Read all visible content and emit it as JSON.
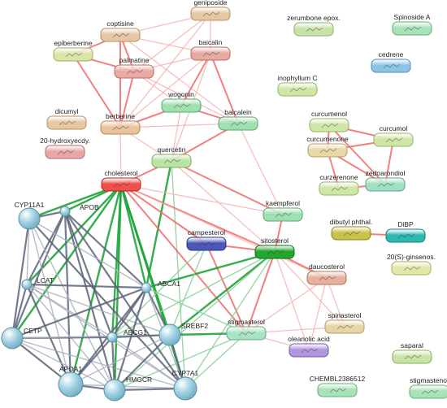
{
  "colors": {
    "protein_edge_strong": "#5a6478",
    "protein_edge_weak": "#a9afbd",
    "compound_edge": "#f06a6a",
    "compound_edge_light": "#f4b4b4",
    "compound_protein_edge": "#1fa33a",
    "compound_protein_edge_light": "#8ed39c",
    "protein_node": "#9fd0e2"
  },
  "nodes": [
    {
      "id": "geniposide",
      "label": "geniposide",
      "shape": "pill",
      "color": "#e4c8a2",
      "border": "#b29066"
    },
    {
      "id": "coptisine",
      "label": "coptisine",
      "shape": "pill",
      "color": "#e6c6a6",
      "border": "#b48f6a"
    },
    {
      "id": "epiberberine",
      "label": "epiberberine",
      "shape": "pill",
      "color": "#d9e5a6",
      "border": "#9fae63"
    },
    {
      "id": "palmatine",
      "label": "palmatine",
      "shape": "pill",
      "color": "#eaa9a4",
      "border": "#b36e69"
    },
    {
      "id": "baicalin",
      "label": "baicalin",
      "shape": "pill",
      "color": "#e7aaa0",
      "border": "#b16d63"
    },
    {
      "id": "zerumbone",
      "label": "zerumbone epox.",
      "shape": "pill",
      "color": "#c9e2ab",
      "border": "#8db06a"
    },
    {
      "id": "spinosideA",
      "label": "Spinoside A",
      "shape": "pill",
      "color": "#a8e2b8",
      "border": "#63ad79"
    },
    {
      "id": "cedrene",
      "label": "cedrene",
      "shape": "pill",
      "color": "#8cc4e6",
      "border": "#4f8cb3"
    },
    {
      "id": "inophyllumC",
      "label": "inophyllum C",
      "shape": "pill",
      "color": "#cfe6a8",
      "border": "#95b267"
    },
    {
      "id": "dicumyl",
      "label": "dicumyl",
      "shape": "pill",
      "color": "#e7c8a0",
      "border": "#b39064"
    },
    {
      "id": "wogonin",
      "label": "wogonin",
      "shape": "pill",
      "color": "#9fe0b0",
      "border": "#5aa771"
    },
    {
      "id": "berberine",
      "label": "berberine",
      "shape": "pill",
      "color": "#eac39c",
      "border": "#b4885d"
    },
    {
      "id": "baicalein",
      "label": "baicalein",
      "shape": "pill",
      "color": "#9fe0b0",
      "border": "#5aa771"
    },
    {
      "id": "curcumenol",
      "label": "curcumenol",
      "shape": "pill",
      "color": "#d0e6a6",
      "border": "#96b266"
    },
    {
      "id": "curcumol",
      "label": "curcumol",
      "shape": "pill",
      "color": "#d0e6a6",
      "border": "#96b266"
    },
    {
      "id": "hydroxyecdy",
      "label": "20-hydroxyecdy.",
      "shape": "pill",
      "color": "#e8a6a6",
      "border": "#b26a6a"
    },
    {
      "id": "curcumenone",
      "label": "curcumenone",
      "shape": "pill",
      "color": "#e8d8a6",
      "border": "#b2a066"
    },
    {
      "id": "quercetin",
      "label": "quercetin",
      "shape": "pill",
      "color": "#b8e4a4",
      "border": "#79ac62"
    },
    {
      "id": "curzerenone",
      "label": "curzerenone",
      "shape": "pill",
      "color": "#d0e6a6",
      "border": "#96b266"
    },
    {
      "id": "zedoarondiol",
      "label": "zedoarondiol",
      "shape": "pill",
      "color": "#9fe0c0",
      "border": "#5aa77f"
    },
    {
      "id": "cholesterol",
      "label": "cholesterol",
      "shape": "pill",
      "color": "#f0504a",
      "border": "#b3241f"
    },
    {
      "id": "kaempferol",
      "label": "kaempferol",
      "shape": "pill",
      "color": "#9fe0b0",
      "border": "#5aa771"
    },
    {
      "id": "dibutyl",
      "label": "dibutyl phthal.",
      "shape": "pill",
      "color": "#c8c24a",
      "border": "#8c8720"
    },
    {
      "id": "DiBP",
      "label": "DiBP",
      "shape": "pill",
      "color": "#2fb8b0",
      "border": "#137f79"
    },
    {
      "id": "campesterol",
      "label": "campesterol",
      "shape": "pill",
      "color": "#4c58b8",
      "border": "#253084"
    },
    {
      "id": "sitosterol",
      "label": "sitosterol",
      "shape": "pill",
      "color": "#22a82e",
      "border": "#0f6c17"
    },
    {
      "id": "ginsenos",
      "label": "20(S)-ginsenos.",
      "shape": "pill",
      "color": "#e4e6a8",
      "border": "#a9ab66"
    },
    {
      "id": "daucosterol",
      "label": "daucosterol",
      "shape": "pill",
      "color": "#e7b09c",
      "border": "#b0705b"
    },
    {
      "id": "spinasterol",
      "label": "spinasterol",
      "shape": "pill",
      "color": "#e6d6a4",
      "border": "#ad9c65"
    },
    {
      "id": "stigmasterol",
      "label": "stigmasterol",
      "shape": "pill",
      "color": "#a8e4c4",
      "border": "#63ad85"
    },
    {
      "id": "oleanolic",
      "label": "oleanolic acid",
      "shape": "pill",
      "color": "#b396e0",
      "border": "#7457a8"
    },
    {
      "id": "saparal",
      "label": "saparal",
      "shape": "pill",
      "color": "#c8e4a4",
      "border": "#8ead66"
    },
    {
      "id": "chembl",
      "label": "CHEMBL2386512",
      "shape": "pill",
      "color": "#a8e2b8",
      "border": "#63ad79"
    },
    {
      "id": "stigmastenol",
      "label": "stigmastenol",
      "shape": "pill",
      "color": "#a8e2b8",
      "border": "#63ad79"
    },
    {
      "id": "APOB",
      "label": "APOB",
      "shape": "circle",
      "color": "#9fd0e2",
      "border": "#5b8ea3"
    },
    {
      "id": "CYP11A1",
      "label": "CYP11A1",
      "shape": "circle",
      "color": "#9fd0e2",
      "border": "#5b8ea3"
    },
    {
      "id": "LCAT",
      "label": "LCAT",
      "shape": "circle",
      "color": "#9fd0e2",
      "border": "#5b8ea3"
    },
    {
      "id": "ABCA1",
      "label": "ABCA1",
      "shape": "circle",
      "color": "#9fd0e2",
      "border": "#5b8ea3"
    },
    {
      "id": "CETP",
      "label": "CETP",
      "shape": "circle",
      "color": "#9fd0e2",
      "border": "#5b8ea3"
    },
    {
      "id": "ABCG1",
      "label": "ABCG1",
      "shape": "circle",
      "color": "#9fd0e2",
      "border": "#5b8ea3"
    },
    {
      "id": "SREBF2",
      "label": "SREBF2",
      "shape": "circle",
      "color": "#9fd0e2",
      "border": "#5b8ea3"
    },
    {
      "id": "APOA1",
      "label": "APOA1",
      "shape": "circle",
      "color": "#9fd0e2",
      "border": "#5b8ea3"
    },
    {
      "id": "HMGCR",
      "label": "HMGCR",
      "shape": "circle",
      "color": "#9fd0e2",
      "border": "#5b8ea3"
    },
    {
      "id": "CYP7A1",
      "label": "CYP7A1",
      "shape": "circle",
      "color": "#9fd0e2",
      "border": "#5b8ea3"
    }
  ],
  "edges": [
    [
      "coptisine",
      "palmatine",
      "compound"
    ],
    [
      "coptisine",
      "berberine",
      "compound"
    ],
    [
      "coptisine",
      "epiberberine",
      "compound"
    ],
    [
      "coptisine",
      "baicalin",
      "compound_light"
    ],
    [
      "coptisine",
      "baicalein",
      "compound_light"
    ],
    [
      "epiberberine",
      "palmatine",
      "compound"
    ],
    [
      "epiberberine",
      "berberine",
      "compound"
    ],
    [
      "palmatine",
      "berberine",
      "compound"
    ],
    [
      "palmatine",
      "baicalin",
      "compound_light"
    ],
    [
      "palmatine",
      "wogonin",
      "compound_light"
    ],
    [
      "palmatine",
      "baicalein",
      "compound_light"
    ],
    [
      "geniposide",
      "baicalin",
      "compound_light"
    ],
    [
      "geniposide",
      "palmatine",
      "compound_light"
    ],
    [
      "geniposide",
      "berberine",
      "compound_light"
    ],
    [
      "geniposide",
      "coptisine",
      "compound_light"
    ],
    [
      "baicalin",
      "baicalein",
      "compound"
    ],
    [
      "baicalin",
      "wogonin",
      "compound"
    ],
    [
      "baicalin",
      "berberine",
      "compound_light"
    ],
    [
      "baicalin",
      "quercetin",
      "compound_light"
    ],
    [
      "wogonin",
      "baicalein",
      "compound"
    ],
    [
      "wogonin",
      "berberine",
      "compound"
    ],
    [
      "wogonin",
      "quercetin",
      "compound_light"
    ],
    [
      "berberine",
      "baicalein",
      "compound_light"
    ],
    [
      "berberine",
      "cholesterol",
      "compound_light"
    ],
    [
      "berberine",
      "quercetin",
      "compound_light"
    ],
    [
      "baicalein",
      "quercetin",
      "compound"
    ],
    [
      "baicalein",
      "kaempferol",
      "compound_light"
    ],
    [
      "quercetin",
      "kaempferol",
      "compound"
    ],
    [
      "quercetin",
      "cholesterol",
      "compound"
    ],
    [
      "quercetin",
      "ABCA1",
      "cp"
    ],
    [
      "quercetin",
      "CYP7A1",
      "cp_light"
    ],
    [
      "quercetin",
      "sitosterol",
      "compound_light"
    ],
    [
      "curcumenol",
      "curcumol",
      "compound"
    ],
    [
      "curcumenol",
      "curcumenone",
      "compound"
    ],
    [
      "curcumenol",
      "zedoarondiol",
      "compound"
    ],
    [
      "curcumenone",
      "curzerenone",
      "compound"
    ],
    [
      "curcumenone",
      "zedoarondiol",
      "compound"
    ],
    [
      "curcumol",
      "zedoarondiol",
      "compound"
    ],
    [
      "curcumol",
      "curcumenone",
      "compound"
    ],
    [
      "curzerenone",
      "zedoarondiol",
      "compound"
    ],
    [
      "dibutyl",
      "DiBP",
      "compound"
    ],
    [
      "cholesterol",
      "sitosterol",
      "compound"
    ],
    [
      "cholesterol",
      "stigmasterol",
      "compound"
    ],
    [
      "cholesterol",
      "campesterol",
      "compound"
    ],
    [
      "cholesterol",
      "kaempferol",
      "compound_light"
    ],
    [
      "cholesterol",
      "daucosterol",
      "compound_light"
    ],
    [
      "sitosterol",
      "stigmasterol",
      "compound"
    ],
    [
      "sitosterol",
      "daucosterol",
      "compound"
    ],
    [
      "sitosterol",
      "campesterol",
      "compound"
    ],
    [
      "sitosterol",
      "spinasterol",
      "compound_light"
    ],
    [
      "sitosterol",
      "oleanolic",
      "compound_light"
    ],
    [
      "sitosterol",
      "kaempferol",
      "compound"
    ],
    [
      "campesterol",
      "stigmasterol",
      "compound"
    ],
    [
      "stigmasterol",
      "daucosterol",
      "compound_light"
    ],
    [
      "stigmasterol",
      "spinasterol",
      "compound_light"
    ],
    [
      "stigmasterol",
      "oleanolic",
      "compound_light"
    ],
    [
      "daucosterol",
      "oleanolic",
      "compound_light"
    ],
    [
      "daucosterol",
      "spinasterol",
      "compound_light"
    ],
    [
      "cholesterol",
      "APOB",
      "cp"
    ],
    [
      "cholesterol",
      "CYP11A1",
      "cp"
    ],
    [
      "cholesterol",
      "LCAT",
      "cp"
    ],
    [
      "cholesterol",
      "CETP",
      "cp"
    ],
    [
      "cholesterol",
      "ABCA1",
      "cp"
    ],
    [
      "cholesterol",
      "ABCG1",
      "cp"
    ],
    [
      "cholesterol",
      "APOA1",
      "cp"
    ],
    [
      "cholesterol",
      "HMGCR",
      "cp"
    ],
    [
      "cholesterol",
      "CYP7A1",
      "cp"
    ],
    [
      "cholesterol",
      "SREBF2",
      "cp"
    ],
    [
      "sitosterol",
      "ABCA1",
      "cp"
    ],
    [
      "sitosterol",
      "ABCG1",
      "cp_light"
    ],
    [
      "sitosterol",
      "SREBF2",
      "cp"
    ],
    [
      "sitosterol",
      "CYP7A1",
      "cp_light"
    ],
    [
      "sitosterol",
      "HMGCR",
      "cp_light"
    ],
    [
      "stigmasterol",
      "SREBF2",
      "cp"
    ],
    [
      "stigmasterol",
      "ABCA1",
      "cp_light"
    ],
    [
      "stigmasterol",
      "HMGCR",
      "cp_light"
    ],
    [
      "stigmasterol",
      "CYP7A1",
      "cp_light"
    ],
    [
      "campesterol",
      "SREBF2",
      "cp_light"
    ],
    [
      "campesterol",
      "ABCG1",
      "cp_light"
    ],
    [
      "APOB",
      "CYP11A1",
      "p"
    ],
    [
      "APOB",
      "LCAT",
      "p"
    ],
    [
      "APOB",
      "CETP",
      "p"
    ],
    [
      "APOB",
      "ABCA1",
      "p"
    ],
    [
      "APOB",
      "APOA1",
      "p"
    ],
    [
      "APOB",
      "HMGCR",
      "p"
    ],
    [
      "APOB",
      "CYP7A1",
      "p"
    ],
    [
      "APOB",
      "ABCG1",
      "p"
    ],
    [
      "CYP11A1",
      "LCAT",
      "pw"
    ],
    [
      "CYP11A1",
      "CETP",
      "p"
    ],
    [
      "CYP11A1",
      "ABCA1",
      "pw"
    ],
    [
      "CYP11A1",
      "APOA1",
      "pw"
    ],
    [
      "CYP11A1",
      "HMGCR",
      "pw"
    ],
    [
      "CYP11A1",
      "CYP7A1",
      "p"
    ],
    [
      "LCAT",
      "CETP",
      "p"
    ],
    [
      "LCAT",
      "ABCA1",
      "p"
    ],
    [
      "LCAT",
      "APOA1",
      "p"
    ],
    [
      "LCAT",
      "ABCG1",
      "pw"
    ],
    [
      "LCAT",
      "HMGCR",
      "pw"
    ],
    [
      "LCAT",
      "SREBF2",
      "pw"
    ],
    [
      "LCAT",
      "CYP7A1",
      "pw"
    ],
    [
      "CETP",
      "ABCA1",
      "p"
    ],
    [
      "CETP",
      "ABCG1",
      "p"
    ],
    [
      "CETP",
      "APOA1",
      "p"
    ],
    [
      "CETP",
      "HMGCR",
      "pw"
    ],
    [
      "CETP",
      "SREBF2",
      "pw"
    ],
    [
      "CETP",
      "CYP7A1",
      "pw"
    ],
    [
      "ABCA1",
      "ABCG1",
      "p"
    ],
    [
      "ABCA1",
      "APOA1",
      "p"
    ],
    [
      "ABCA1",
      "SREBF2",
      "p"
    ],
    [
      "ABCA1",
      "HMGCR",
      "p"
    ],
    [
      "ABCA1",
      "CYP7A1",
      "pw"
    ],
    [
      "ABCG1",
      "APOA1",
      "p"
    ],
    [
      "ABCG1",
      "SREBF2",
      "p"
    ],
    [
      "ABCG1",
      "HMGCR",
      "p"
    ],
    [
      "ABCG1",
      "CYP7A1",
      "pw"
    ],
    [
      "SREBF2",
      "HMGCR",
      "p"
    ],
    [
      "SREBF2",
      "CYP7A1",
      "p"
    ],
    [
      "SREBF2",
      "APOA1",
      "pw"
    ],
    [
      "APOA1",
      "HMGCR",
      "p"
    ],
    [
      "APOA1",
      "CYP7A1",
      "pw"
    ],
    [
      "HMGCR",
      "CYP7A1",
      "p"
    ]
  ]
}
